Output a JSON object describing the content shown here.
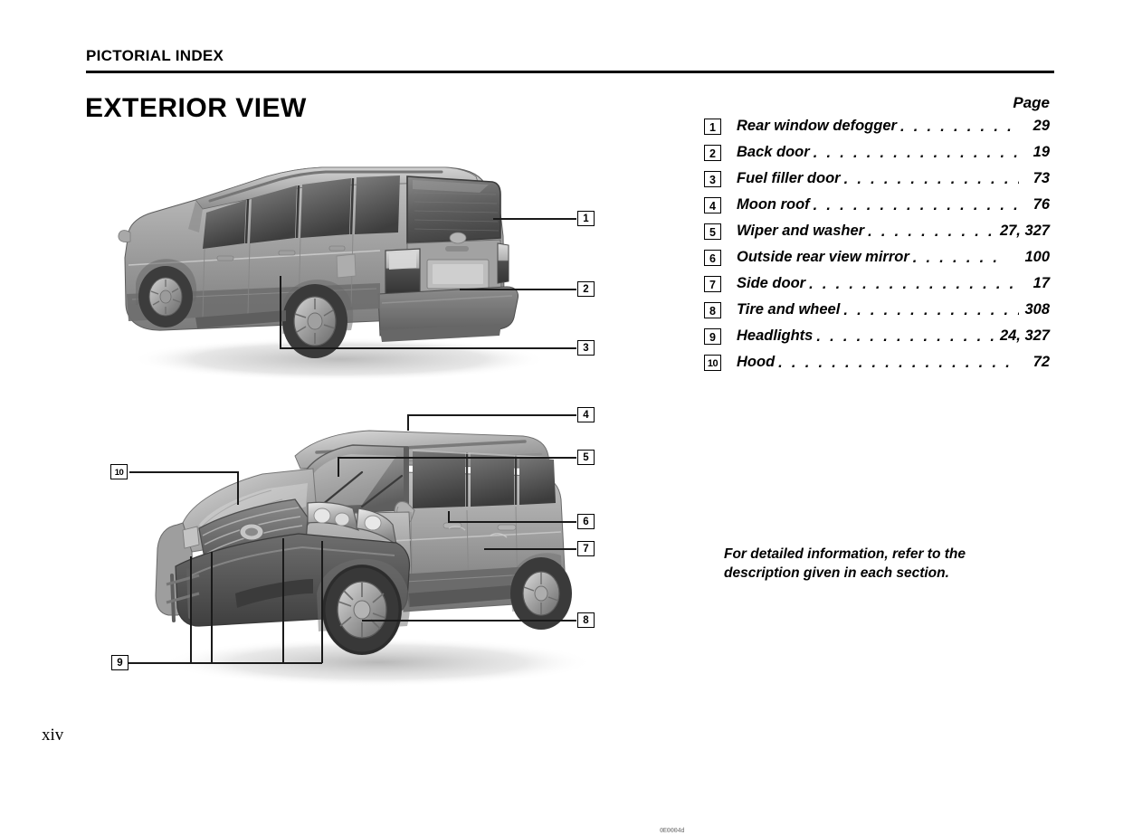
{
  "header": {
    "title": "PICTORIAL INDEX"
  },
  "section": {
    "title": "EXTERIOR VIEW"
  },
  "index": {
    "page_column_header": "Page",
    "items": [
      {
        "num": "1",
        "label": "Rear window defogger",
        "dots": ". . . . . . . . . .",
        "page": "29"
      },
      {
        "num": "2",
        "label": "Back door",
        "dots": ". . . . . . . . . . . . . . . . . . . .",
        "page": "19"
      },
      {
        "num": "3",
        "label": "Fuel filler door",
        "dots": ". . . . . . . . . . . . . . . .",
        "page": "73"
      },
      {
        "num": "4",
        "label": "Moon roof",
        "dots": ". . . . . . . . . . . . . . . . . . . .",
        "page": "76"
      },
      {
        "num": "5",
        "label": "Wiper and  washer",
        "dots": ". . . . . . . . . .",
        "page": "27, 327"
      },
      {
        "num": "6",
        "label": "Outside rear view mirror",
        "dots": ". . . . . . .",
        "page": "100"
      },
      {
        "num": "7",
        "label": "Side door",
        "dots": ". . . . . . . . . . . . . . . . . . . .",
        "page": "17"
      },
      {
        "num": "8",
        "label": "Tire and wheel",
        "dots": ". . . . . . . . . . . . . . .",
        "page": "308"
      },
      {
        "num": "9",
        "label": "Headlights",
        "dots": ". . . . . . . . . . . . . . . .",
        "page": "24, 327"
      },
      {
        "num": "10",
        "label": "Hood",
        "dots": ". . . . . . . . . . . . . . . . . . . . . . .",
        "page": "72"
      }
    ]
  },
  "note": {
    "line1": "For detailed information, refer to the",
    "line2": "description given in each section."
  },
  "figures": {
    "rear_view_callouts": [
      "1",
      "2",
      "3"
    ],
    "front_view_callouts": [
      "4",
      "5",
      "6",
      "7",
      "8",
      "9",
      "10"
    ],
    "figure_code": "0E0004d"
  },
  "footer": {
    "page_number": "xiv"
  },
  "colors": {
    "ink": "#000000",
    "paper": "#ffffff",
    "body_light": "#c9c9c9",
    "body_mid": "#9a9a9a",
    "body_dark": "#6e6e6e",
    "glass_dark": "#4a4a4a",
    "shadow": "#d8d8d8"
  }
}
